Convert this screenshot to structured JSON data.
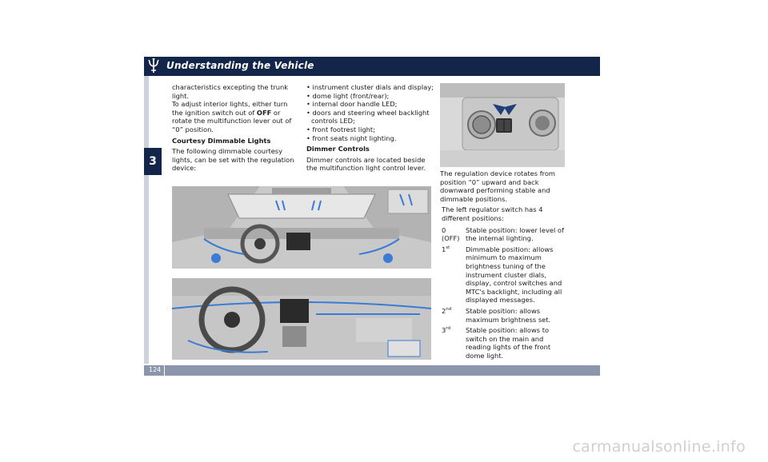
{
  "header": {
    "title": "Understanding the Vehicle"
  },
  "chapter": {
    "number": "3"
  },
  "footer": {
    "page_number": "124"
  },
  "col1": {
    "line1": "characteristics excepting the trunk light.",
    "line2_pre": "To adjust interior lights, either turn the ignition switch out of ",
    "line2_bold": "OFF",
    "line2_post": " or rotate the multifunction lever out of “0” position.",
    "heading": "Courtesy Dimmable Lights",
    "body": "The following dimmable courtesy lights, can be set with the regulation device:"
  },
  "col2": {
    "bullets": [
      "• instrument cluster dials and display;",
      "• dome light (front/rear);",
      "• internal door handle LED;",
      "• doors and steering wheel backlight controls LED;",
      "• front footrest light;",
      "• front seats night lighting."
    ],
    "heading": "Dimmer Controls",
    "body": "Dimmer controls are located beside the multifunction light control lever."
  },
  "col3": {
    "intro": "The regulation device rotates from position “0” upward and back downward performing stable and dimmable positions.",
    "regulator_intro": "The left regulator switch has 4 different positions:",
    "positions": [
      {
        "key": "0 (OFF)",
        "sup": "",
        "desc": "Stable position: lower level of the internal lighting."
      },
      {
        "key": "1",
        "sup": "st",
        "desc": "Dimmable position: allows minimum to maximum brightness tuning of the instrument cluster dials, display, control switches and MTC's backlight, including all displayed messages."
      },
      {
        "key": "2",
        "sup": "nd",
        "desc": "Stable position: allows maximum brightness set."
      },
      {
        "key": "3",
        "sup": "rd",
        "desc": "Stable position: allows to switch on the main and reading lights of the front dome light."
      }
    ]
  },
  "watermark": {
    "text": "carmanualsonline.info"
  },
  "colors": {
    "header": "#14254a",
    "footer": "#8b96ad",
    "accent_blue": "#3a7bd5",
    "arrow": "#1f3f7a"
  },
  "icons": {
    "logo": "trident-icon"
  }
}
